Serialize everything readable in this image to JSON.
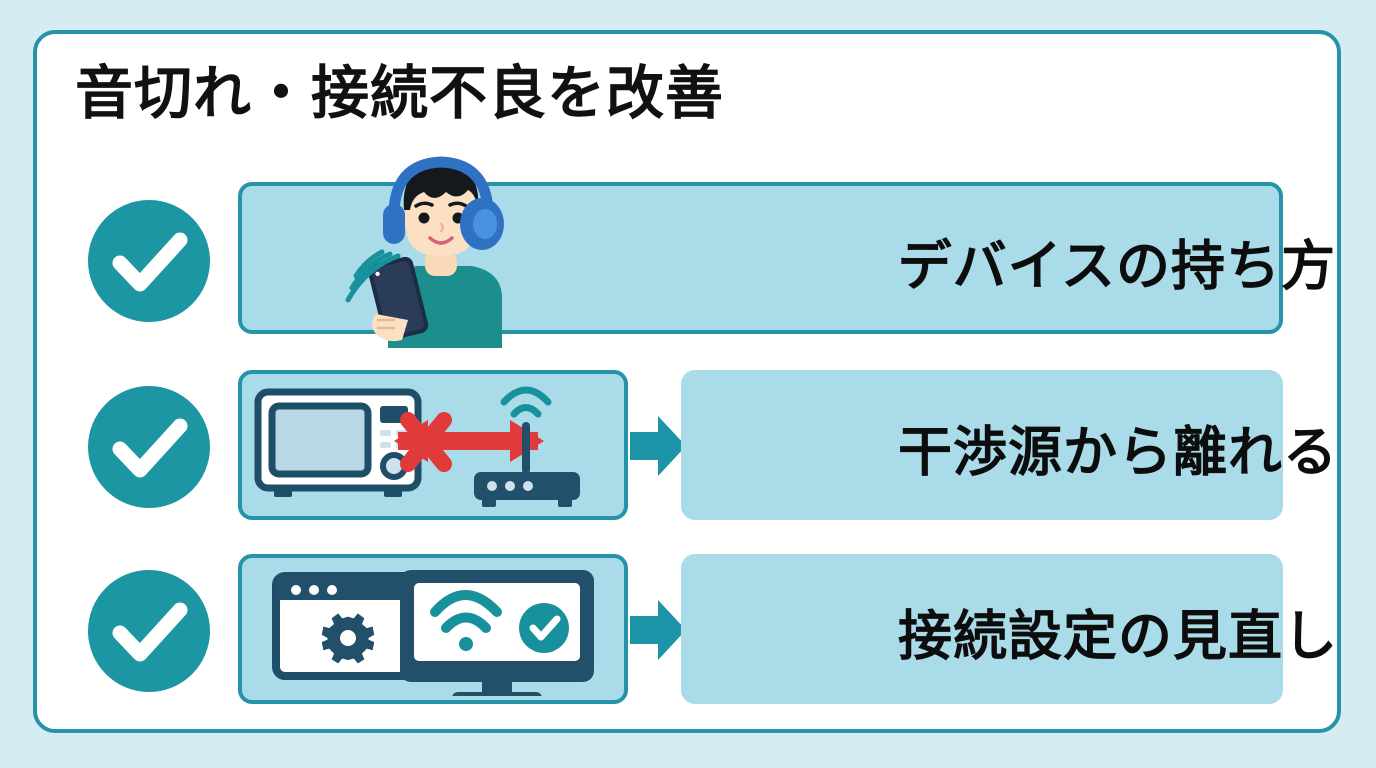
{
  "page": {
    "background_color": "#d5ecf2",
    "card_background": "#ffffff",
    "accent_color": "#2793a8",
    "panel_color": "#a9dbe8",
    "check_color": "#1d96a3",
    "dark_ink": "#1f4e68",
    "alert_color": "#e03a3a"
  },
  "header": {
    "title": "音切れ・接続不良を改善"
  },
  "rows": [
    {
      "check_icon": "check-circle-icon",
      "illustration": "person-with-headphones-holding-phone",
      "label": "デバイスの持ち方",
      "has_arrow": false,
      "layout": "single-wide-panel"
    },
    {
      "check_icon": "check-circle-icon",
      "illustration": "microwave-interference-router",
      "label": "干渉源から離れる",
      "has_arrow": true,
      "arrow_icon": "arrow-right-icon",
      "layout": "split-panel"
    },
    {
      "check_icon": "check-circle-icon",
      "illustration": "settings-window-monitor-wifi-ok",
      "label": "接続設定の見直し",
      "has_arrow": true,
      "arrow_icon": "arrow-right-icon",
      "layout": "split-panel"
    }
  ]
}
